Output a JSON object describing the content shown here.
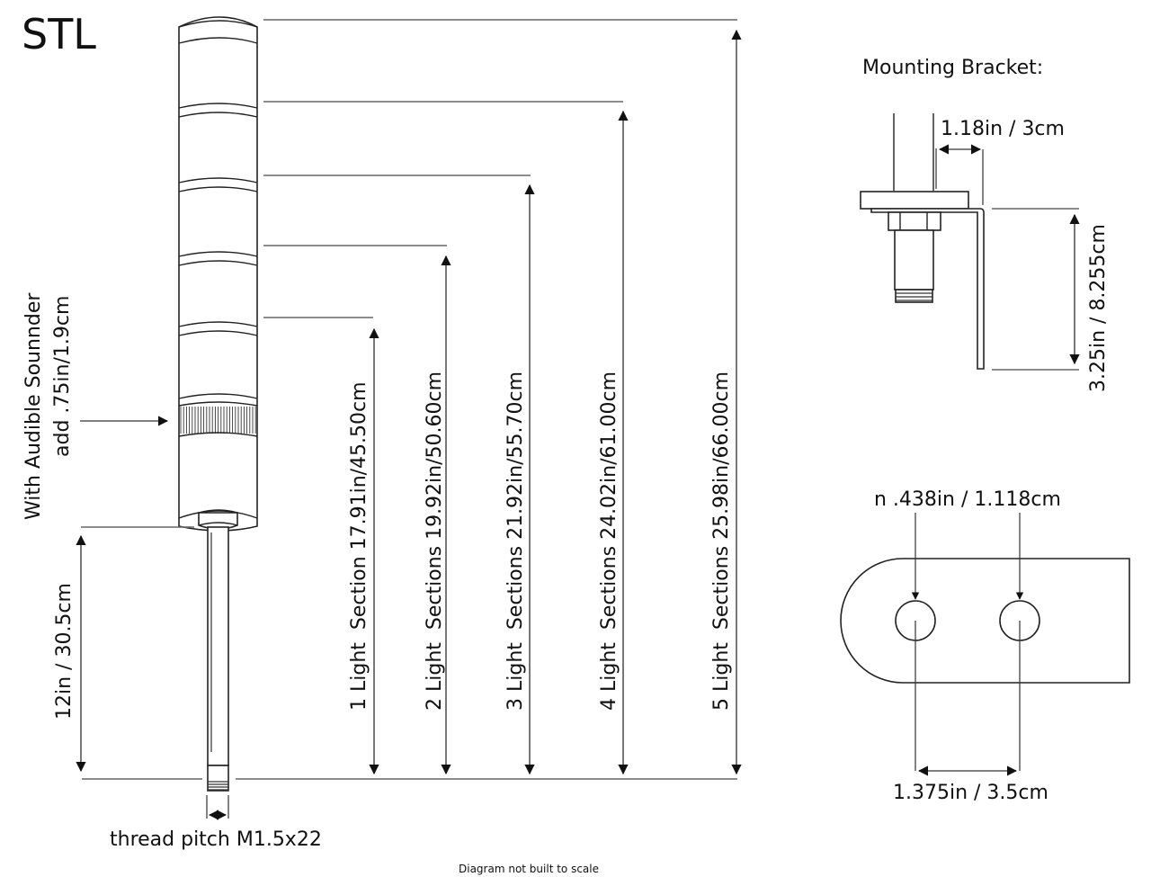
{
  "title": "STL",
  "tower": {
    "sounder_note_line1": "With Audible Sounnder",
    "sounder_note_line2": "add .75in/1.9cm",
    "pipe_length": "12in / 30.5cm",
    "thread_pitch": "thread pitch M1.5x22",
    "light_sections": [
      {
        "count": 1,
        "label": "1 Light  Section 17.91in/45.50cm"
      },
      {
        "count": 2,
        "label": "2 Light  Sections 19.92in/50.60cm"
      },
      {
        "count": 3,
        "label": "3 Light  Sections 21.92in/55.70cm"
      },
      {
        "count": 4,
        "label": "4 Light  Sections 24.02in/61.00cm"
      },
      {
        "count": 5,
        "label": "5 Light  Sections 25.98in/66.00cm"
      }
    ]
  },
  "bracket": {
    "heading": "Mounting Bracket:",
    "offset": "1.18in / 3cm",
    "height": "3.25in / 8.255cm",
    "hole_diameter": "n .438in / 1.118cm",
    "hole_spacing": "1.375in / 3.5cm"
  },
  "footer": {
    "note": "Diagram not built to scale"
  }
}
